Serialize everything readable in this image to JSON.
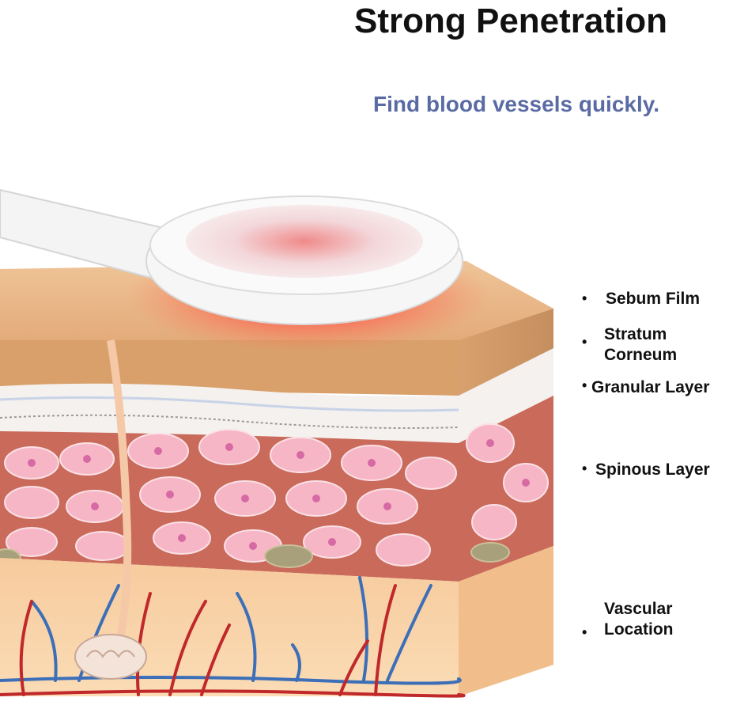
{
  "header": {
    "title": "Strong Penetration",
    "subtitle": "Find blood vessels quickly."
  },
  "layers": [
    {
      "label": "Sebum Film"
    },
    {
      "label": "Stratum"
    },
    {
      "label": "Corneum"
    },
    {
      "label": "Granular Layer"
    },
    {
      "label": "Spinous Layer"
    },
    {
      "label": "Vascular"
    },
    {
      "label": "Location"
    }
  ],
  "colors": {
    "title": "#111111",
    "subtitle": "#5a6aa4",
    "epidermis_top": "#e3b183",
    "spinous": "#f3b3c0",
    "dermis": "#f8cfa3",
    "artery": "#c0282a",
    "vein": "#3c6fb8",
    "device": "#f4f4f4",
    "red_light": "#ff3a3a"
  },
  "icons": {
    "device": "vein-finder-device-icon",
    "skin": "skin-cross-section-icon"
  }
}
